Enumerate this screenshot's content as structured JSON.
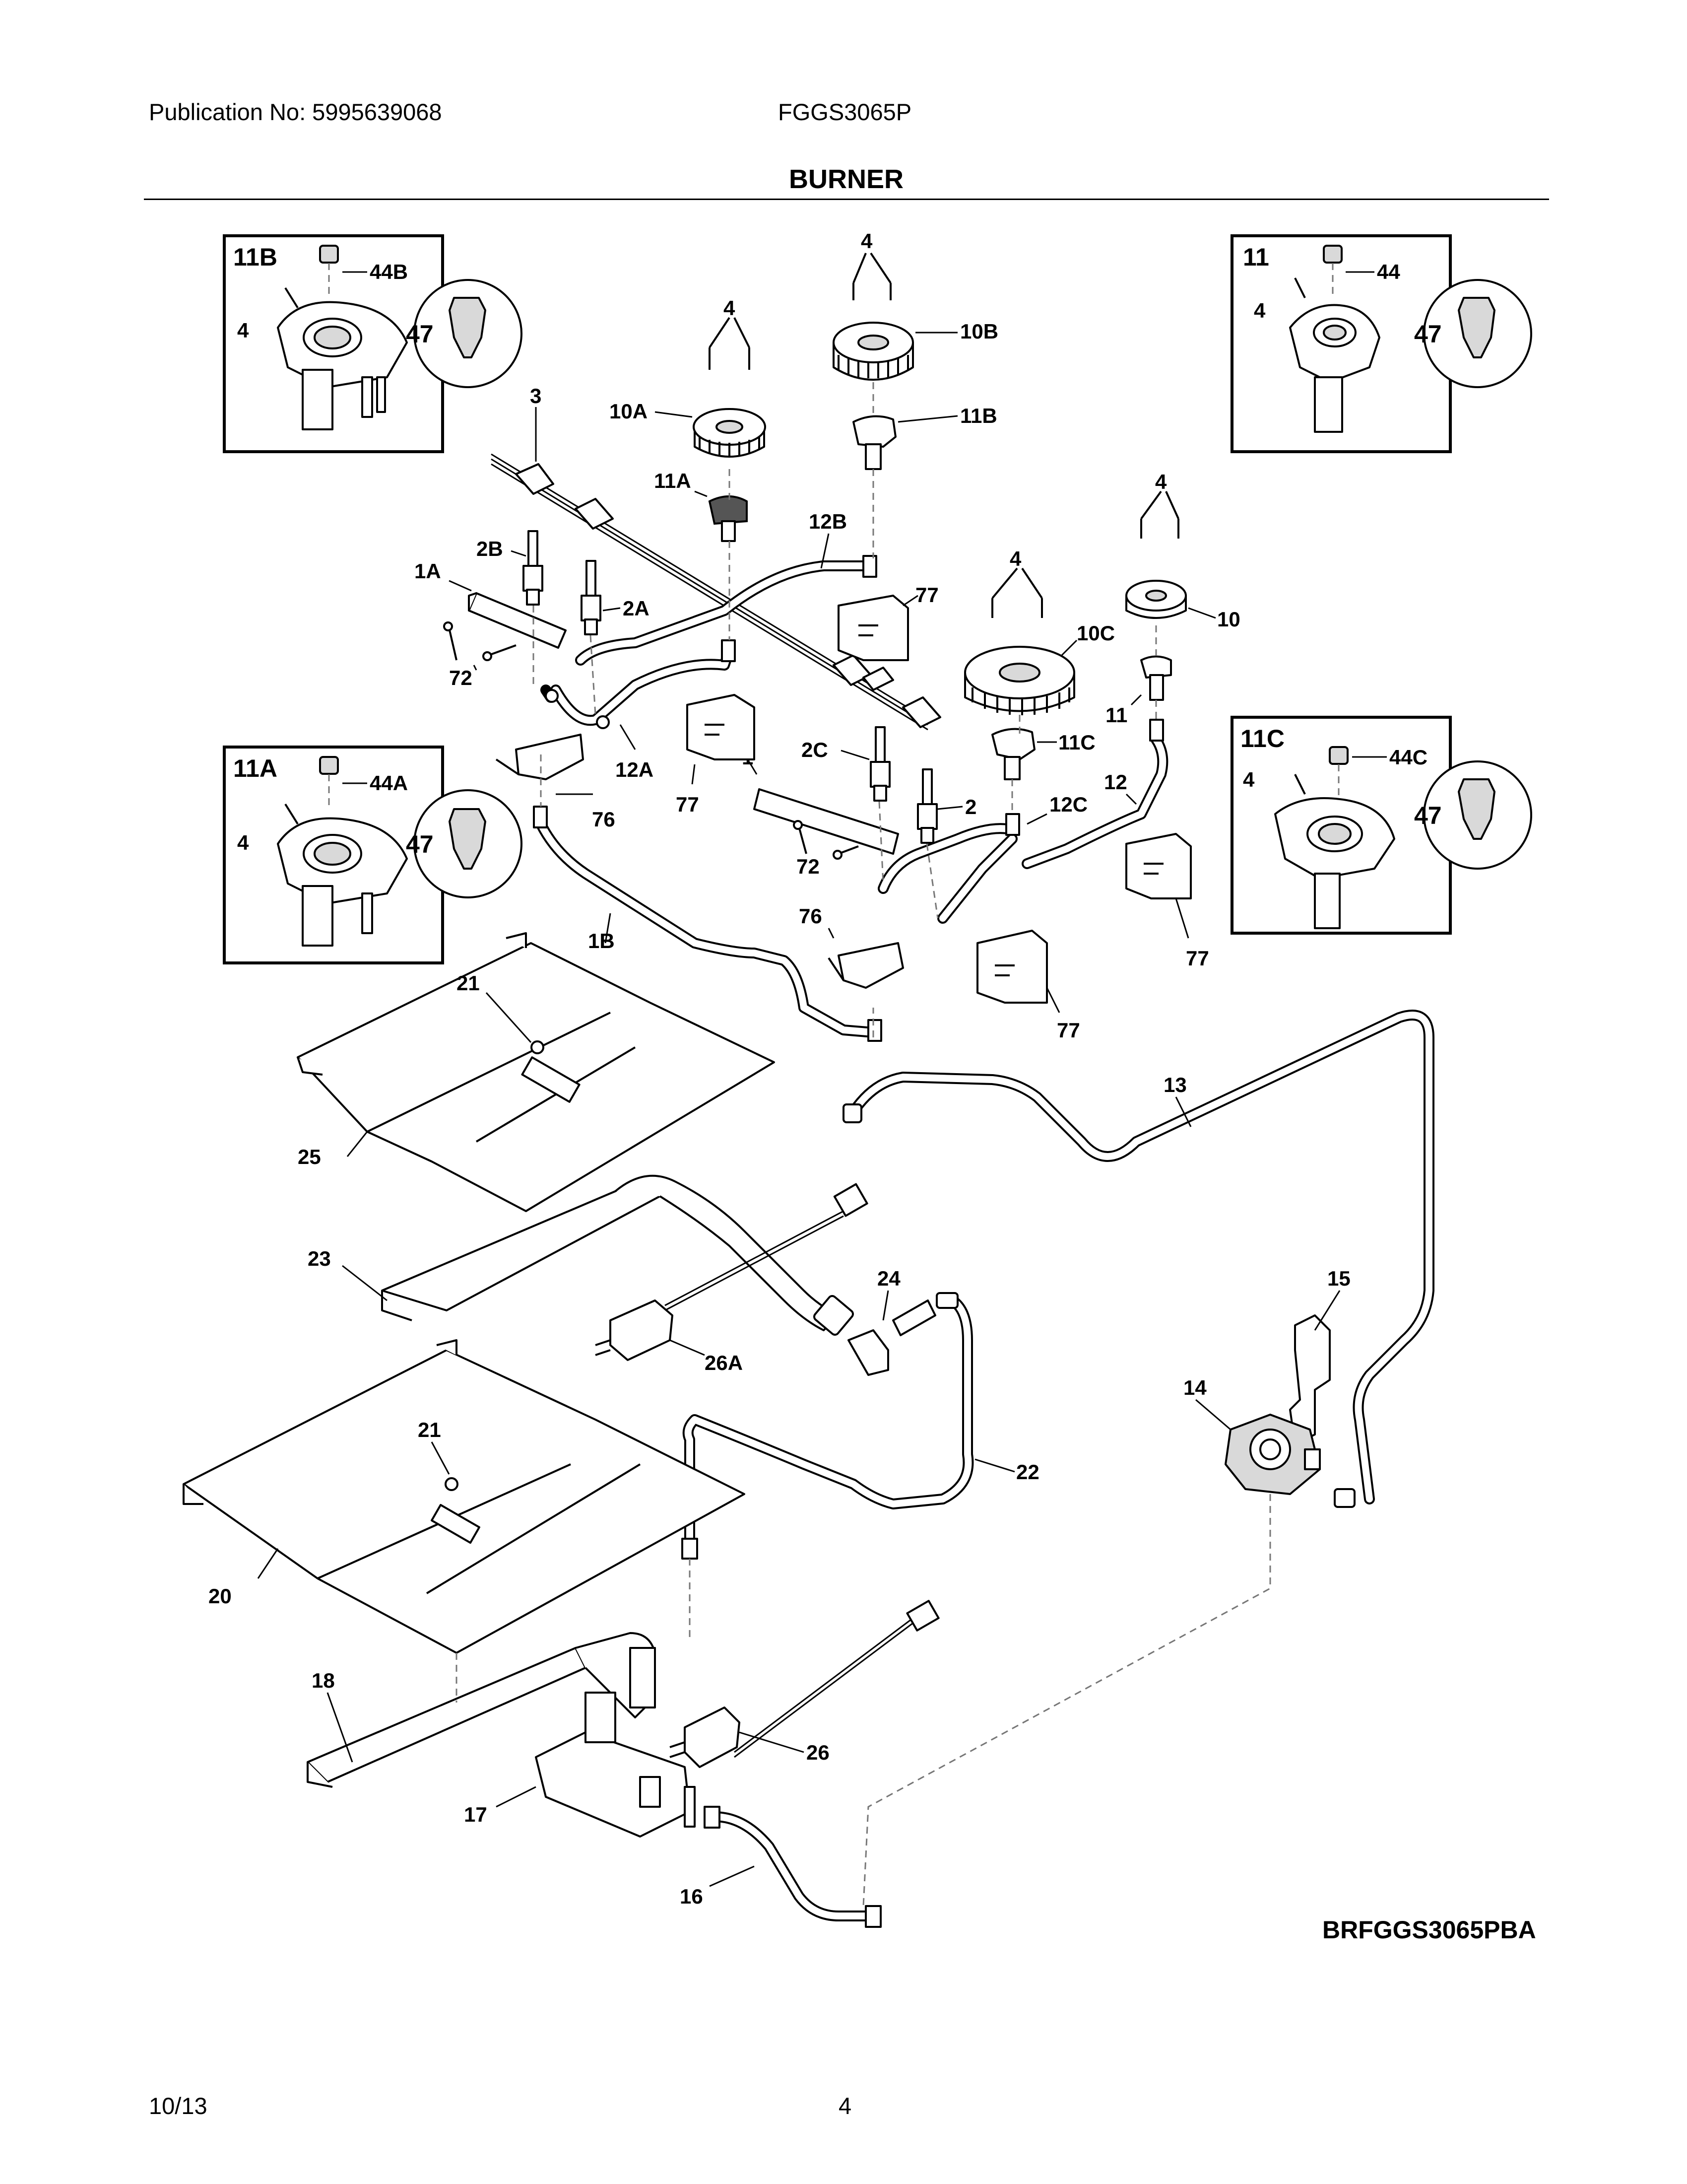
{
  "header": {
    "publication": "Publication No: 5995639068",
    "model": "FGGS3065P",
    "section_title": "BURNER"
  },
  "footer": {
    "date": "10/13",
    "page_number": "4"
  },
  "drawing_code": "BRFGGS3065PBA",
  "insets": {
    "b": {
      "title": "11B",
      "screw": "4",
      "cap": "44B",
      "detail": "47"
    },
    "a": {
      "title": "11A",
      "screw": "4",
      "cap": "44A",
      "detail": "47"
    },
    "r": {
      "title": "11",
      "screw": "4",
      "cap": "44",
      "detail": "47"
    },
    "c": {
      "title": "11C",
      "screw": "4",
      "cap": "44C",
      "detail": "47"
    }
  },
  "callouts": {
    "l3": "3",
    "l4a": "4",
    "l4b": "4",
    "l4c": "4",
    "l4d": "4",
    "l10": "10",
    "l10a": "10A",
    "l10b": "10B",
    "l10c": "10C",
    "l11": "11",
    "l11a": "11A",
    "l11b": "11B",
    "l11c": "11C",
    "l12": "12",
    "l12a": "12A",
    "l12b": "12B",
    "l12c": "12C",
    "l1": "1",
    "l1a": "1A",
    "l1b": "1B",
    "l2": "2",
    "l2a": "2A",
    "l2b": "2B",
    "l2c": "2C",
    "l72a": "72",
    "l72b": "72",
    "l76a": "76",
    "l76b": "76",
    "l77a": "77",
    "l77b": "77",
    "l77c": "77",
    "l77d": "77",
    "l13": "13",
    "l14": "14",
    "l15": "15",
    "l16": "16",
    "l17": "17",
    "l18": "18",
    "l20": "20",
    "l21a": "21",
    "l21b": "21",
    "l22": "22",
    "l23": "23",
    "l24": "24",
    "l25": "25",
    "l26": "26",
    "l26a": "26A"
  }
}
